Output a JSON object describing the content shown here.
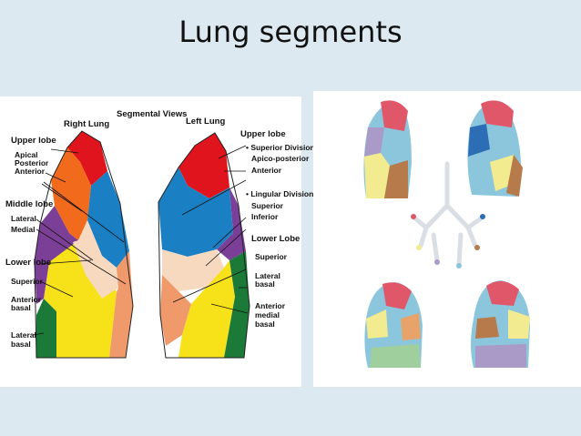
{
  "title": "Lung segments",
  "figure": {
    "heading": "Segmental Views",
    "right_lung": "Right Lung",
    "left_lung": "Left Lung",
    "right_labels": {
      "upper_lobe": "Upper lobe",
      "apical": "Apical",
      "posterior": "Posterior",
      "anterior": "Anterior",
      "middle_lobe": "Middle lobe",
      "lateral": "Lateral",
      "medial": "Medial",
      "lower_lobe": "Lower lobe",
      "superior": "Superior",
      "anterior_basal_1": "Anterior",
      "anterior_basal_2": "basal",
      "lateral_basal_1": "Lateral",
      "lateral_basal_2": "basal"
    },
    "left_labels": {
      "upper_lobe": "Upper lobe",
      "superior_division": "• Superior Division",
      "apico_posterior": "Apico-posterior",
      "anterior": "Anterior",
      "lingular_division": "• Lingular Division",
      "superior": "Superior",
      "inferior": "Inferior",
      "lower_lobe": "Lower Lobe",
      "lower_superior": "Superior",
      "lateral_basal_1": "Lateral",
      "lateral_basal_2": "basal",
      "anterior_medial_basal_1": "Anterior",
      "anterior_medial_basal_2": "medial",
      "anterior_medial_basal_3": "basal"
    }
  },
  "colors": {
    "background": "#dde9f1",
    "red": "#e0141c",
    "orange": "#f26a1b",
    "blue": "#1b7fc4",
    "purple": "#7c3f98",
    "peach": "#f6d9bf",
    "salmon": "#f09a6c",
    "yellow": "#f7e21a",
    "green": "#1c7a38"
  }
}
